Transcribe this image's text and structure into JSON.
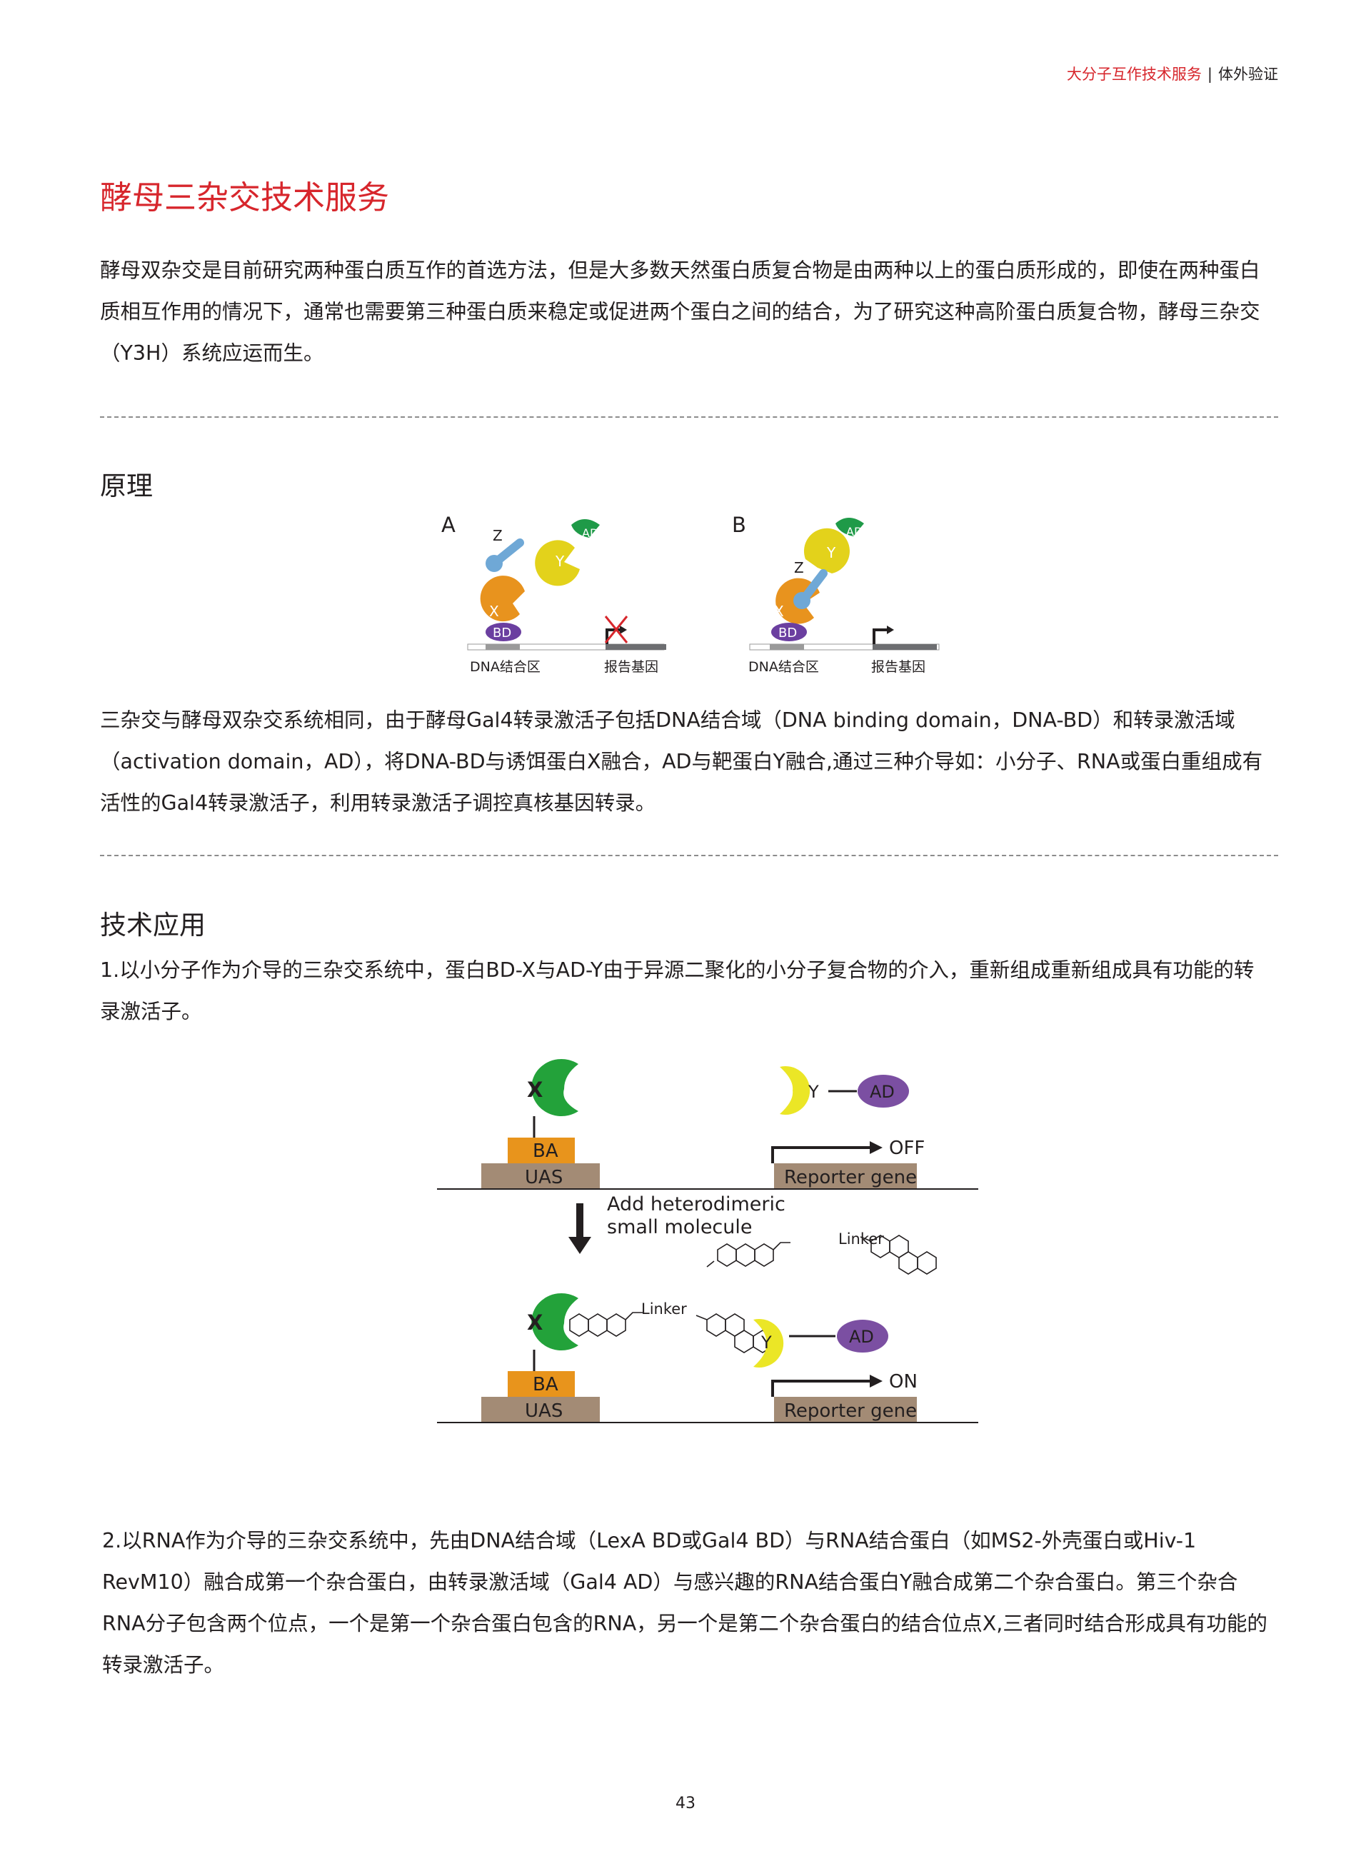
{
  "header": {
    "section": "大分子互作技术服务",
    "separator": "|",
    "subsection": "体外验证"
  },
  "title": "酵母三杂交技术服务",
  "intro": "酵母双杂交是目前研究两种蛋白质互作的首选方法，但是大多数天然蛋白质复合物是由两种以上的蛋白质形成的，即使在两种蛋白质相互作用的情况下，通常也需要第三种蛋白质来稳定或促进两个蛋白之间的结合，为了研究这种高阶蛋白质复合物，酵母三杂交（Y3H）系统应运而生。",
  "principle": {
    "heading": "原理",
    "figure": {
      "panel_a": "A",
      "panel_b": "B",
      "label_z": "Z",
      "label_y": "Y",
      "label_ad": "AD",
      "label_x": "X",
      "label_bd": "BD",
      "dna_binding_region": "DNA结合区",
      "reporter_gene": "报告基因"
    },
    "text": "三杂交与酵母双杂交系统相同，由于酵母Gal4转录激活子包括DNA结合域（DNA binding domain，DNA-BD）和转录激活域（activation domain，AD），将DNA-BD与诱饵蛋白X融合，AD与靶蛋白Y融合,通过三种介导如：小分子、RNA或蛋白重组成有活性的Gal4转录激活子，利用转录激活子调控真核基因转录。"
  },
  "application": {
    "heading": "技术应用",
    "item1": "1.以小分子作为介导的三杂交系统中，蛋白BD-X与AD-Y由于异源二聚化的小分子复合物的介入，重新组成重新组成具有功能的转录激活子。",
    "figure": {
      "label_x": "X",
      "label_y": "Y",
      "label_ad": "AD",
      "label_ba": "BA",
      "label_uas": "UAS",
      "label_reporter": "Reporter gene",
      "label_off": "OFF",
      "label_on": "ON",
      "step_line1": "Add heterodimeric",
      "step_line2": "small molecule",
      "label_linker": "Linker"
    },
    "item2": "2.以RNA作为介导的三杂交系统中，先由DNA结合域（LexA BD或Gal4 BD）与RNA结合蛋白（如MS2-外壳蛋白或Hiv-1 RevM10）融合成第一个杂合蛋白，由转录激活域（Gal4 AD）与感兴趣的RNA结合蛋白Y融合成第二个杂合蛋白。第三个杂合RNA分子包含两个位点，一个是第一个杂合蛋白包含的RNA，另一个是第二个杂合蛋白的结合位点X,三者同时结合形成具有功能的转录激活子。"
  },
  "page_number": "43",
  "colors": {
    "accent_red": "#d7262c",
    "x_orange": "#e8931e",
    "y_yellow": "#e3d21b",
    "ad_green": "#1f9a48",
    "bd_purple": "#6b3fa0",
    "z_blue": "#6fa8d6",
    "uas_brown": "#a38b75",
    "x_green": "#23a23a",
    "ba_orange": "#e8941c",
    "ad_purple": "#7b4fa2"
  }
}
